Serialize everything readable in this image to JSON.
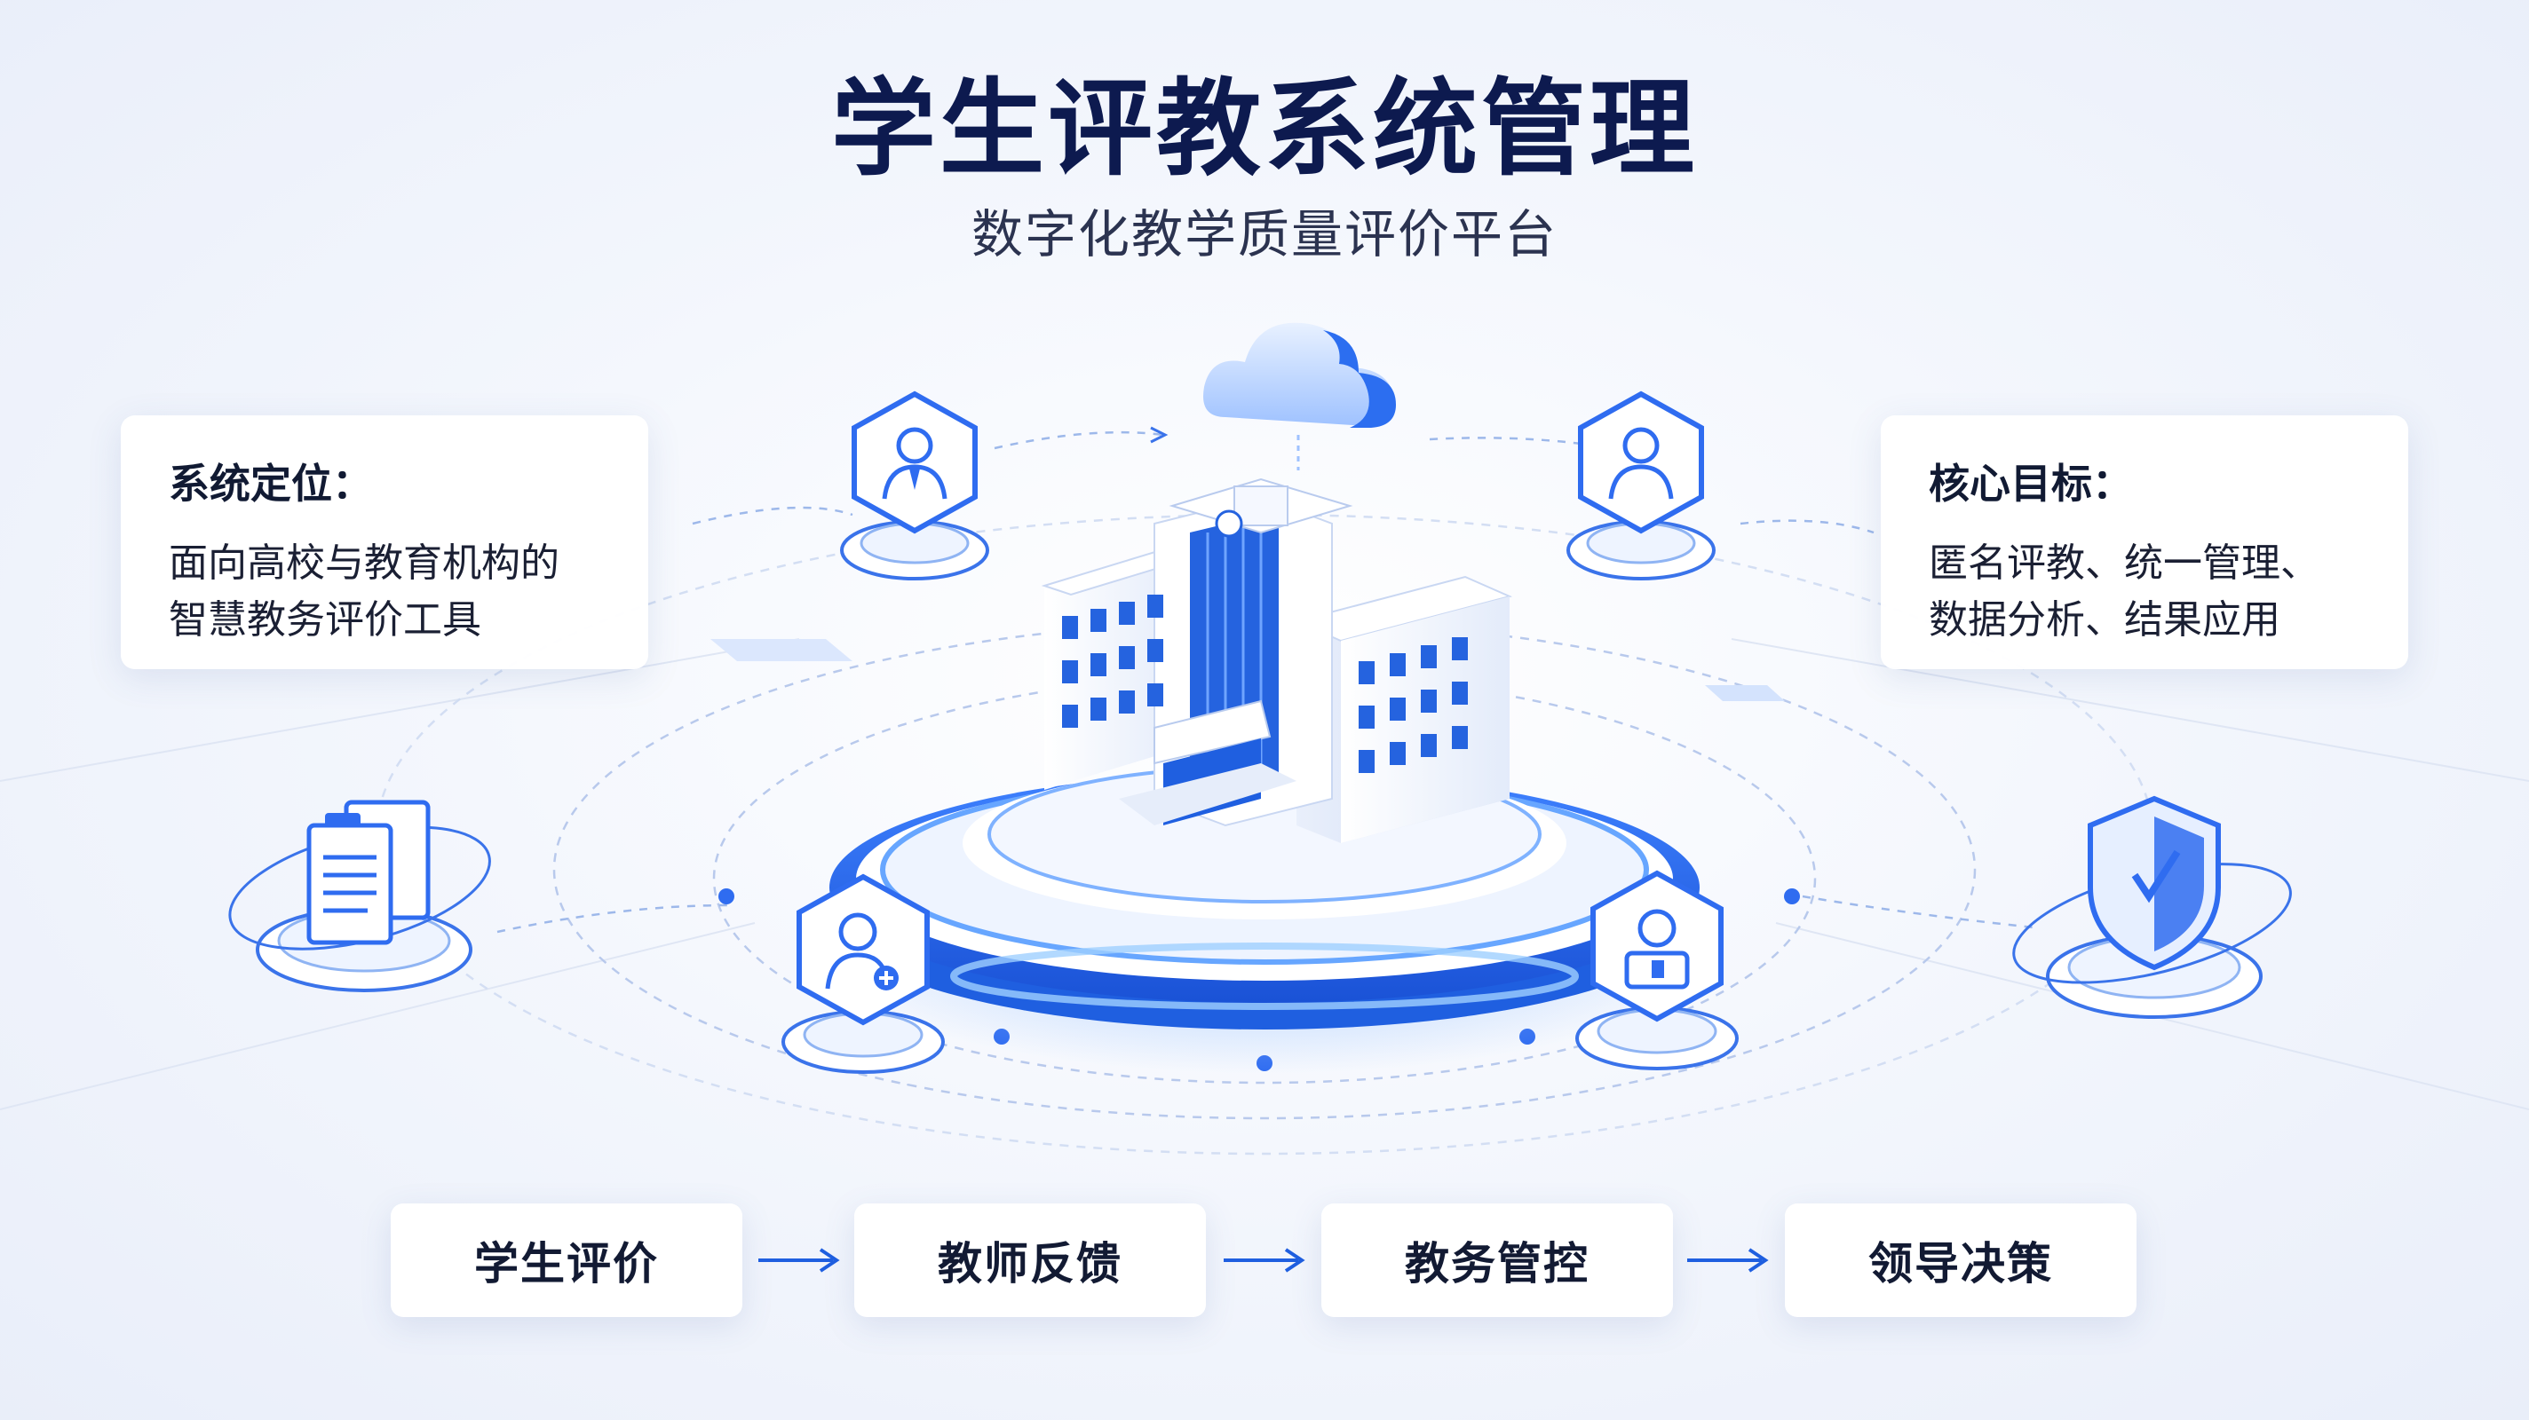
{
  "title": "学生评教系统管理",
  "subtitle": "数字化教学质量评价平台",
  "left_card": {
    "title": "系统定位：",
    "lines": [
      "面向高校与教育机构的",
      "智慧教务评价工具"
    ]
  },
  "right_card": {
    "title": "核心目标：",
    "lines": [
      "匿名评教、统一管理、",
      "数据分析、结果应用"
    ]
  },
  "flow": {
    "steps": [
      "学生评价",
      "教师反馈",
      "教务管控",
      "领导决策"
    ]
  },
  "icons": {
    "cloud": "cloud-icon",
    "building": "school-building-icon",
    "users": [
      "teacher-icon",
      "student-icon",
      "student-plus-icon",
      "staff-icon"
    ],
    "document": "document-icon",
    "shield": "shield-icon"
  },
  "colors": {
    "title": "#0d1a4f",
    "accent": "#1f5fe0",
    "accent_light": "#bcd3ff",
    "card_bg": "#ffffff"
  }
}
